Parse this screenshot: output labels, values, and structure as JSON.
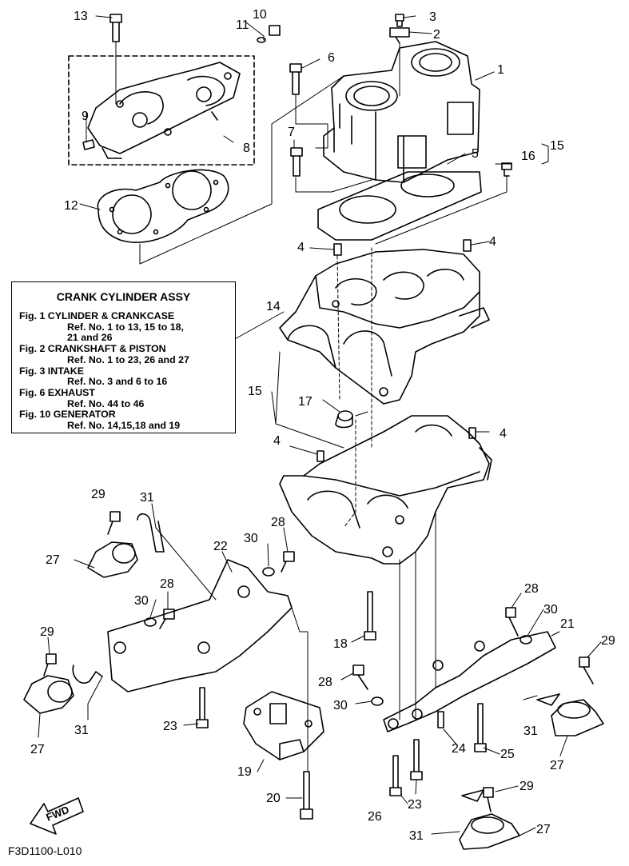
{
  "diagram_code": "F3D1100-L010",
  "fwd_label": "FWD",
  "legend": {
    "title": "CRANK  CYLINDER ASSY",
    "lines": [
      {
        "text": "Fig. 1 CYLINDER & CRANKCASE",
        "indent": false
      },
      {
        "text": "Ref. No. 1 to 13, 15 to 18,",
        "indent": true
      },
      {
        "text": "21 and 26",
        "indent": true
      },
      {
        "text": "Fig. 2 CRANKSHAFT & PISTON",
        "indent": false
      },
      {
        "text": "Ref. No. 1 to 23, 26 and 27",
        "indent": true
      },
      {
        "text": "Fig. 3 INTAKE",
        "indent": false
      },
      {
        "text": "Ref. No. 3 and 6 to 16",
        "indent": true
      },
      {
        "text": "Fig. 6 EXHAUST",
        "indent": false
      },
      {
        "text": "Ref. No. 44 to 46",
        "indent": true
      },
      {
        "text": "Fig. 10 GENERATOR",
        "indent": false
      },
      {
        "text": "Ref. No. 14,15,18 and 19",
        "indent": true
      }
    ]
  },
  "callouts": [
    "1",
    "2",
    "3",
    "4",
    "5",
    "6",
    "7",
    "8",
    "9",
    "10",
    "11",
    "12",
    "13",
    "14",
    "15",
    "16",
    "17",
    "18",
    "19",
    "20",
    "21",
    "22",
    "23",
    "24",
    "25",
    "26",
    "27",
    "28",
    "29",
    "30",
    "31"
  ]
}
